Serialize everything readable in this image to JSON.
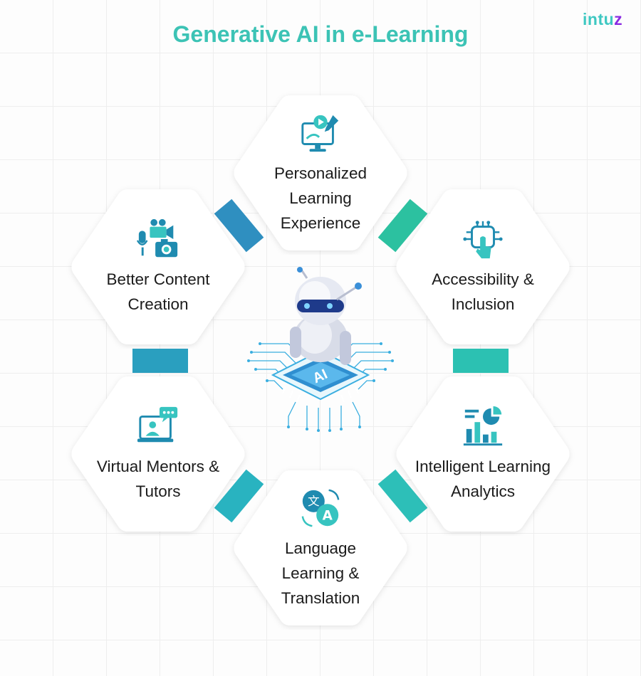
{
  "header": {
    "title": "Generative AI in e-Learning"
  },
  "brand": {
    "name_main": "intu",
    "name_accent": "z"
  },
  "colors": {
    "title": "#3cc3b5",
    "blue": "#2f8fc0",
    "teal": "#29b6b6",
    "green": "#2cc1a0",
    "icon_dark": "#1f8bb0",
    "icon_light": "#37c4c0",
    "logo_accent": "#8a2be2"
  },
  "center": {
    "chip_text": "AI"
  },
  "nodes": [
    {
      "id": "top",
      "label": "Personalized Learning Experience",
      "icon": "monitor-play-icon"
    },
    {
      "id": "top-right",
      "label": "Accessibility & Inclusion",
      "icon": "chip-touch-icon"
    },
    {
      "id": "bottom-right",
      "label": "Intelligent Learning Analytics",
      "icon": "analytics-chart-icon"
    },
    {
      "id": "bottom",
      "label": "Language Learning & Translation",
      "icon": "translate-icon"
    },
    {
      "id": "bottom-left",
      "label": "Virtual Mentors & Tutors",
      "icon": "virtual-tutor-icon"
    },
    {
      "id": "top-left",
      "label": "Better Content Creation",
      "icon": "media-creation-icon"
    }
  ]
}
